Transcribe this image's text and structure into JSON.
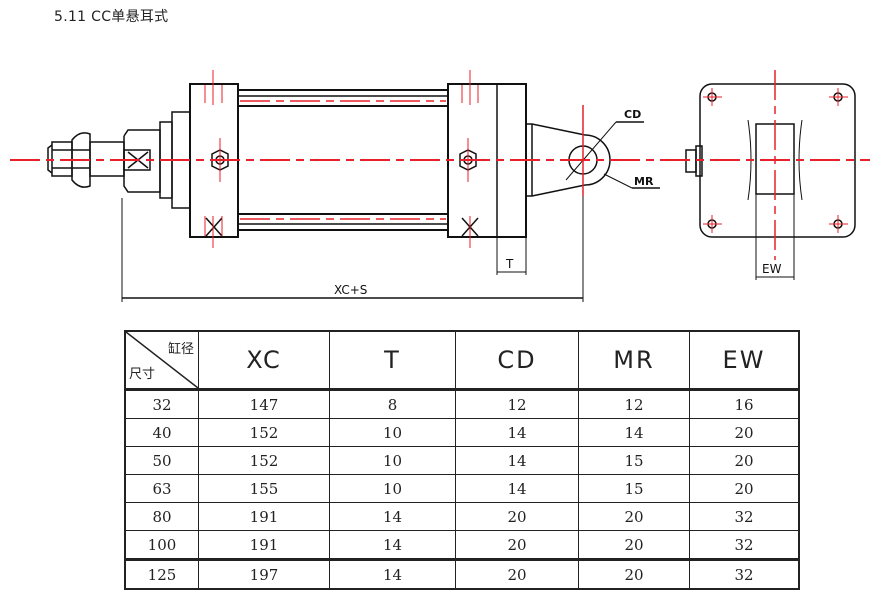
{
  "title": "5.11 CC单悬耳式",
  "drawing": {
    "labels": {
      "cd": "CD",
      "mr": "MR",
      "t": "T",
      "xc_s": "XC+S",
      "ew": "EW"
    },
    "colors": {
      "centerline": "#e8202a",
      "outline": "#111111"
    }
  },
  "table": {
    "corner_top": "缸径",
    "corner_bottom": "尺寸",
    "headers": [
      "XC",
      "T",
      "CD",
      "MR",
      "EW"
    ],
    "rows": [
      {
        "bore": "32",
        "values": [
          "147",
          "8",
          "12",
          "12",
          "16"
        ]
      },
      {
        "bore": "40",
        "values": [
          "152",
          "10",
          "14",
          "14",
          "20"
        ]
      },
      {
        "bore": "50",
        "values": [
          "152",
          "10",
          "14",
          "15",
          "20"
        ]
      },
      {
        "bore": "63",
        "values": [
          "155",
          "10",
          "14",
          "15",
          "20"
        ]
      },
      {
        "bore": "80",
        "values": [
          "191",
          "14",
          "20",
          "20",
          "32"
        ]
      },
      {
        "bore": "100",
        "values": [
          "191",
          "14",
          "20",
          "20",
          "32"
        ]
      },
      {
        "bore": "125",
        "values": [
          "197",
          "14",
          "20",
          "20",
          "32"
        ]
      }
    ]
  }
}
